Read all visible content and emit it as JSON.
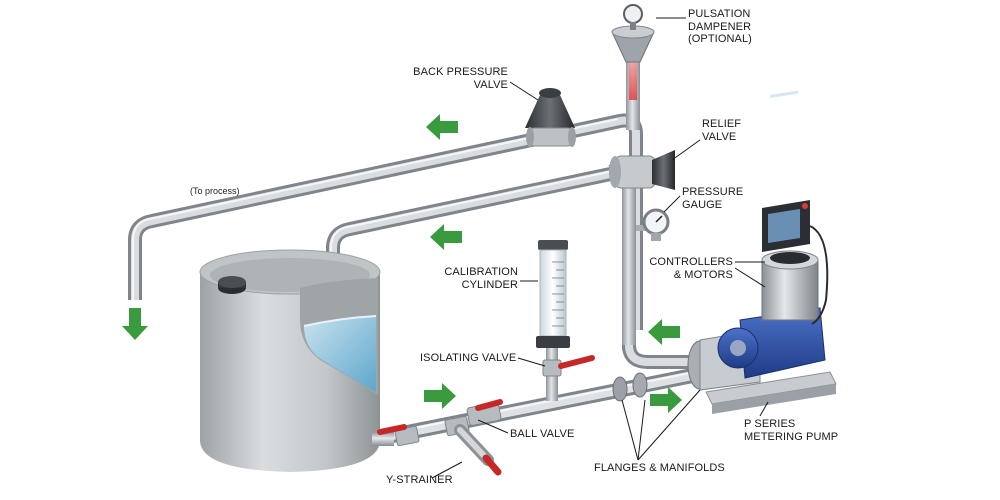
{
  "labels": {
    "pulsation_dampener": [
      "PULSATION",
      "DAMPENER",
      "(OPTIONAL)"
    ],
    "back_pressure_valve": [
      "BACK PRESSURE",
      "VALVE"
    ],
    "relief_valve": [
      "RELIEF",
      "VALVE"
    ],
    "to_process": "(To process)",
    "pressure_gauge": [
      "PRESSURE",
      "GAUGE"
    ],
    "controllers_motors": [
      "CONTROLLERS",
      "& MOTORS"
    ],
    "calibration_cylinder": [
      "CALIBRATION",
      "CYLINDER"
    ],
    "isolating_valve": "ISOLATING VALVE",
    "ball_valve": "BALL VALVE",
    "flanges_manifolds": "FLANGES & MANIFOLDS",
    "y_strainer": "Y-STRAINER",
    "metering_pump": [
      "P SERIES",
      "METERING PUMP"
    ]
  },
  "colors": {
    "pipe": "#b9bec4",
    "tank": "#c7cbcd",
    "water": "#7fb9d6",
    "arrow": "#3a9a3e",
    "valve_handle": "#c62828",
    "pump_blue": "#2d4fa3",
    "flow_red": "#e84848"
  },
  "icons": [
    "flow-arrow-icon",
    "pressure-gauge-icon",
    "valve-handle-icon"
  ]
}
